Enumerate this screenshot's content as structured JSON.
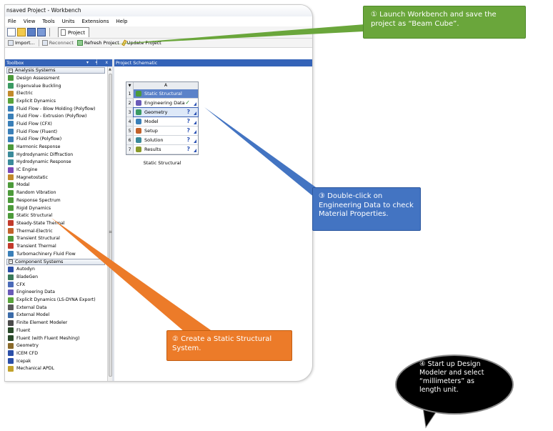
{
  "window": {
    "title": "nsaved Project - Workbench"
  },
  "menu": [
    "File",
    "View",
    "Tools",
    "Units",
    "Extensions",
    "Help"
  ],
  "tab": {
    "label": "Project"
  },
  "actions": {
    "import": "Import...",
    "reconnect": "Reconnect",
    "refresh": "Refresh Project",
    "update": "Update Project"
  },
  "toolbox": {
    "title": "Toolbox",
    "controls": "▾ ╡ x",
    "analysis_header": "Analysis Systems",
    "analysis_items": [
      {
        "label": "Design Assessment",
        "color": "#4c9a3a"
      },
      {
        "label": "Eigenvalue Buckling",
        "color": "#3a9a62"
      },
      {
        "label": "Electric",
        "color": "#c28a2b"
      },
      {
        "label": "Explicit Dynamics",
        "color": "#5aa33b"
      },
      {
        "label": "Fluid Flow - Blow Molding (Polyflow)",
        "color": "#3a7fb8"
      },
      {
        "label": "Fluid Flow - Extrusion (Polyflow)",
        "color": "#3a7fb8"
      },
      {
        "label": "Fluid Flow (CFX)",
        "color": "#3a7fb8"
      },
      {
        "label": "Fluid Flow (Fluent)",
        "color": "#3a7fb8"
      },
      {
        "label": "Fluid Flow (Polyflow)",
        "color": "#3a7fb8"
      },
      {
        "label": "Harmonic Response",
        "color": "#4c9a3a"
      },
      {
        "label": "Hydrodynamic Diffraction",
        "color": "#3a8a9a"
      },
      {
        "label": "Hydrodynamic Response",
        "color": "#3a8a9a"
      },
      {
        "label": "IC Engine",
        "color": "#7a4ab8"
      },
      {
        "label": "Magnetostatic",
        "color": "#c28a2b"
      },
      {
        "label": "Modal",
        "color": "#4c9a3a"
      },
      {
        "label": "Random Vibration",
        "color": "#4c9a3a"
      },
      {
        "label": "Response Spectrum",
        "color": "#4c9a3a"
      },
      {
        "label": "Rigid Dynamics",
        "color": "#4c9a3a"
      },
      {
        "label": "Static Structural",
        "color": "#4c9a3a"
      },
      {
        "label": "Steady-State Thermal",
        "color": "#c23a2b"
      },
      {
        "label": "Thermal-Electric",
        "color": "#c2622b"
      },
      {
        "label": "Transient Structural",
        "color": "#4c9a3a"
      },
      {
        "label": "Transient Thermal",
        "color": "#c23a2b"
      },
      {
        "label": "Turbomachinery Fluid Flow",
        "color": "#3a7fb8"
      }
    ],
    "component_header": "Component Systems",
    "component_items": [
      {
        "label": "Autodyn",
        "color": "#2b4fa8"
      },
      {
        "label": "BladeGen",
        "color": "#3a7a5a"
      },
      {
        "label": "CFX",
        "color": "#4a6ab8"
      },
      {
        "label": "Engineering Data",
        "color": "#6a5ab8"
      },
      {
        "label": "Explicit Dynamics (LS-DYNA Export)",
        "color": "#5aa33b"
      },
      {
        "label": "External Data",
        "color": "#5a5a5a"
      },
      {
        "label": "External Model",
        "color": "#3a6aa8"
      },
      {
        "label": "Finite Element Modeler",
        "color": "#4a4a4a"
      },
      {
        "label": "Fluent",
        "color": "#2a4a2a"
      },
      {
        "label": "Fluent (with Fluent Meshing)",
        "color": "#2a4a2a"
      },
      {
        "label": "Geometry",
        "color": "#8a6a2a"
      },
      {
        "label": "ICEM CFD",
        "color": "#2b4fa8"
      },
      {
        "label": "Icepak",
        "color": "#2b4fa8"
      },
      {
        "label": "Mechanical APDL",
        "color": "#c2a22b"
      }
    ]
  },
  "schematic": {
    "title": "Project Schematic",
    "column_letter": "A",
    "rows": [
      {
        "num": "1",
        "label": "Static Structural",
        "status": "",
        "color": "#4c9a3a"
      },
      {
        "num": "2",
        "label": "Engineering Data",
        "status": "✓",
        "color": "#6a5ab8"
      },
      {
        "num": "3",
        "label": "Geometry",
        "status": "?",
        "color": "#3a9a62"
      },
      {
        "num": "4",
        "label": "Model",
        "status": "?",
        "color": "#3a7fb8"
      },
      {
        "num": "5",
        "label": "Setup",
        "status": "?",
        "color": "#c2622b"
      },
      {
        "num": "6",
        "label": "Solution",
        "status": "?",
        "color": "#3a8a9a"
      },
      {
        "num": "7",
        "label": "Results",
        "status": "?",
        "color": "#8a9a2a"
      }
    ],
    "system_label": "Static Structural"
  },
  "callouts": {
    "step1": "① Launch Workbench and save the project as “Beam Cube”.",
    "step2": "② Create a Static Structural System.",
    "step3": "③ Double-click on Engineering Data to check Material Properties.",
    "step4": "④ Start up Design Modeler and select “millimeters” as length unit."
  },
  "colors": {
    "step1": "#6aa63b",
    "step2": "#ec7b29",
    "step3": "#4374c2",
    "step4": "#000000",
    "pane_header": "#3463b8"
  }
}
